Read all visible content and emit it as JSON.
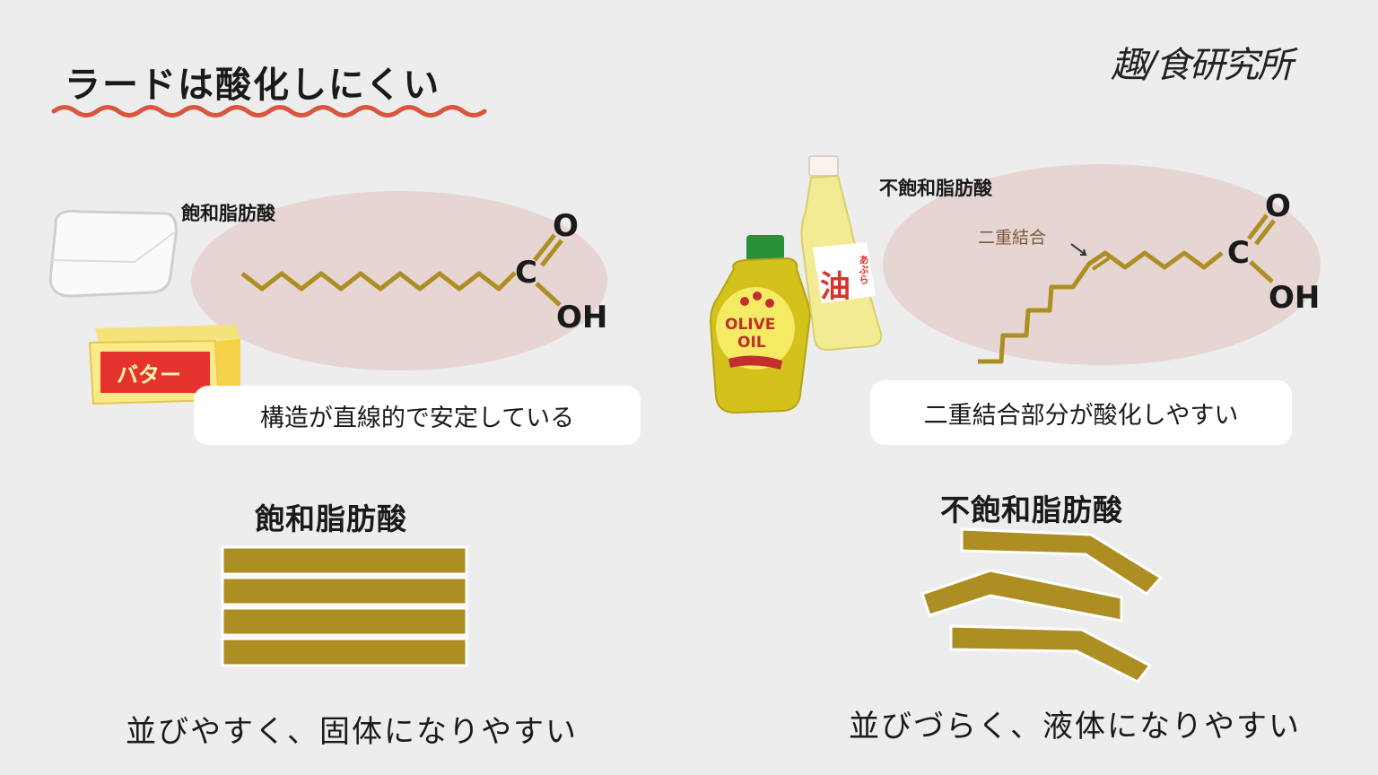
{
  "title": "ラードは酸化しにくい",
  "logo": "趣/食研究所",
  "colors": {
    "chain": "#ad8e23",
    "ellipse": "#e6d5d3",
    "wave": "#d9553d",
    "bar": "#ad8e23"
  },
  "left": {
    "chem_label": "飽和脂肪酸",
    "atoms": {
      "o": "O",
      "c": "C",
      "oh": "OH"
    },
    "caption": "構造が直線的で安定している",
    "heading": "飽和脂肪酸",
    "bottom": "並びやすく、固体になりやすい",
    "butter_label": "バター"
  },
  "right": {
    "chem_label": "不飽和脂肪酸",
    "double_bond_note": "二重結合",
    "atoms": {
      "o": "O",
      "c": "C",
      "oh": "OH"
    },
    "caption": "二重結合部分が酸化しやすい",
    "heading": "不飽和脂肪酸",
    "bottom": "並びづらく、液体になりやすい",
    "olive_label_1": "OLIVE",
    "olive_label_2": "OIL",
    "oil_label": "油",
    "oil_small": "あぶら"
  }
}
